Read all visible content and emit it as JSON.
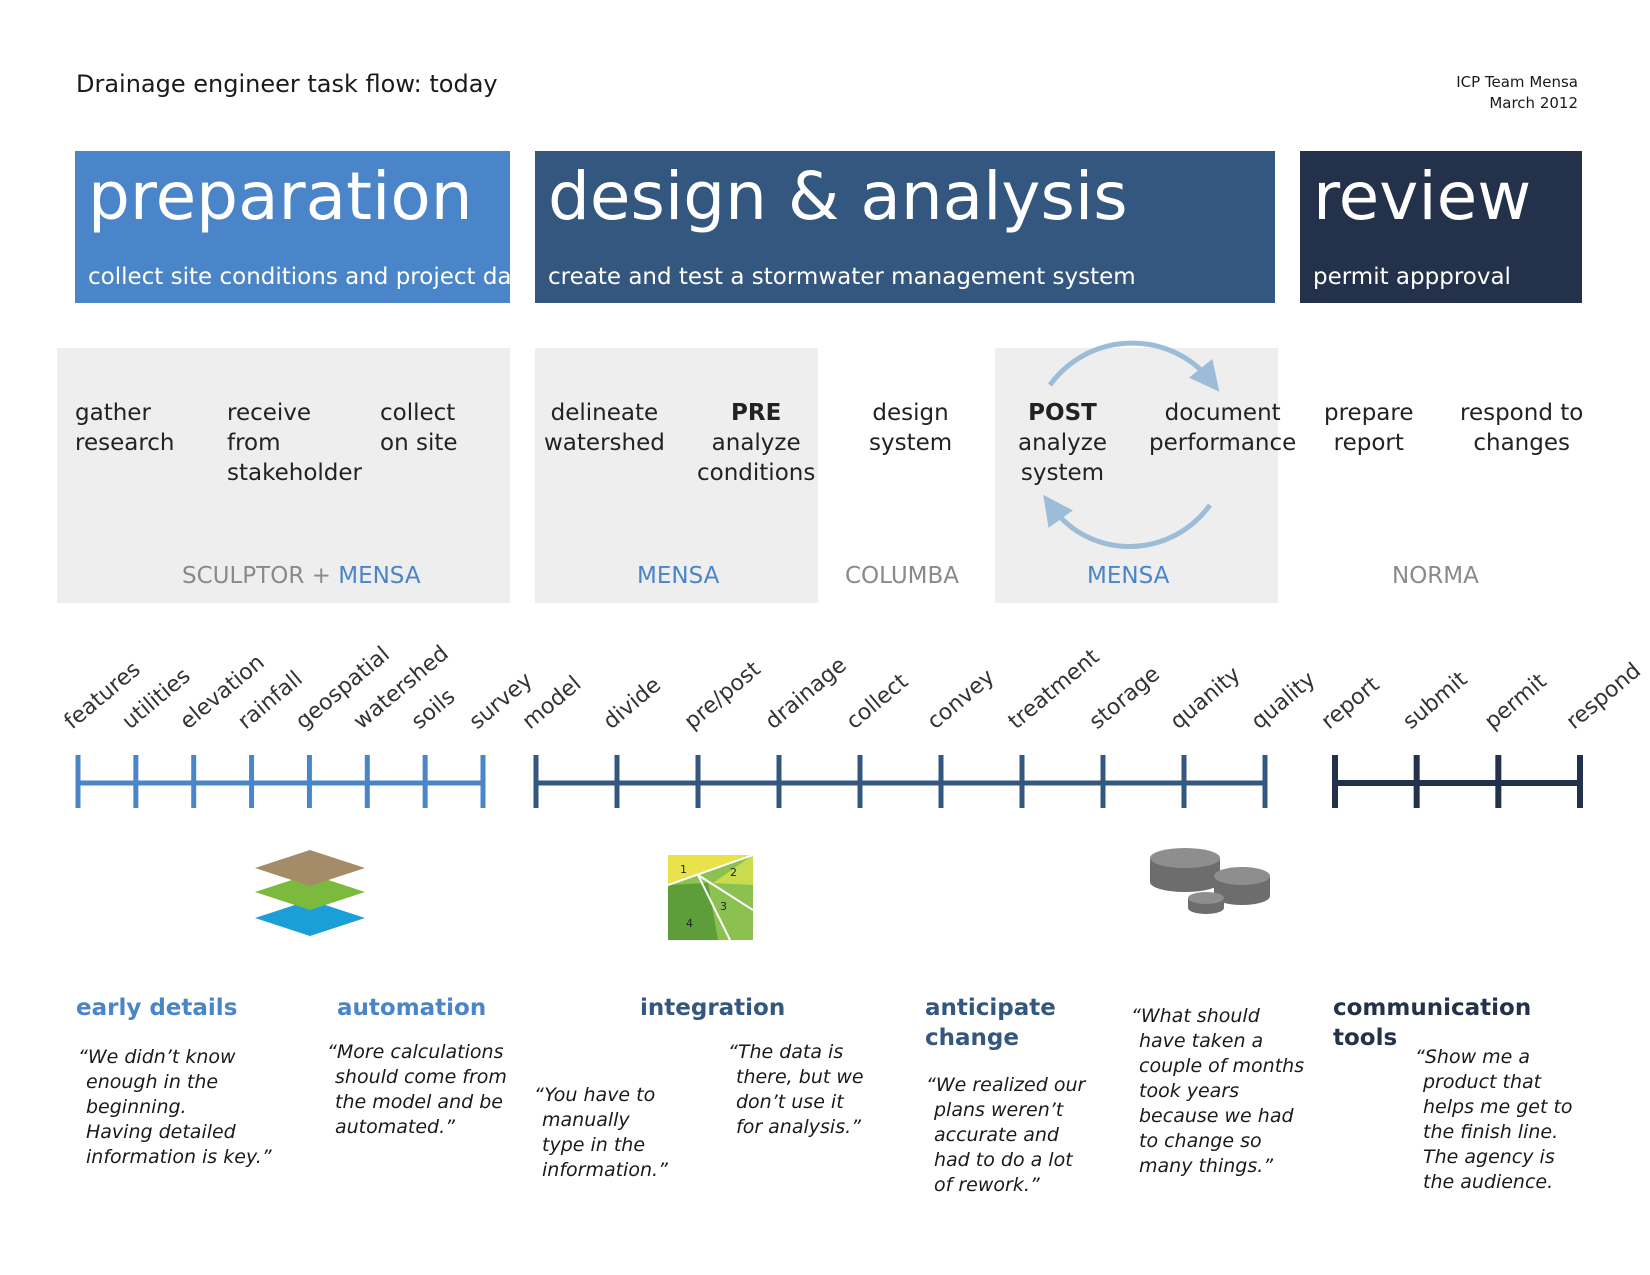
{
  "header": {
    "title": "Drainage engineer task flow: today",
    "team": "ICP Team Mensa",
    "date": "March 2012"
  },
  "colors": {
    "preparation": "#4a85c9",
    "design": "#33577f",
    "review": "#23324a",
    "gray_panel": "#eeeeee",
    "cycle_arrow": "#9cbcd8"
  },
  "phases": {
    "preparation": {
      "name": "preparation",
      "desc": "collect site conditions and project data"
    },
    "design": {
      "name": "design & analysis",
      "desc": "create and test a stormwater management system"
    },
    "review": {
      "name": "review",
      "desc": "permit appproval"
    }
  },
  "tasks": {
    "gather": [
      "gather",
      "research"
    ],
    "receive": [
      "receive",
      "from",
      "stakeholder"
    ],
    "collect": [
      "collect",
      "on site"
    ],
    "delineate": [
      "delineate",
      "watershed"
    ],
    "pre_prefix": "PRE",
    "pre": [
      "analyze",
      "conditions"
    ],
    "design": [
      "design",
      "system"
    ],
    "post_prefix": "POST",
    "post": [
      "analyze",
      "system"
    ],
    "document": [
      "document",
      "performance"
    ],
    "prepare": [
      "prepare",
      "report"
    ],
    "respond": [
      "respond to",
      "changes"
    ]
  },
  "owners": {
    "sculptor": "SCULPTOR",
    "plus": "+",
    "mensa1": "MENSA",
    "mensa2": "MENSA",
    "columba": "COLUMBA",
    "mensa3": "MENSA",
    "norma": "NORMA"
  },
  "steps": {
    "preparation": [
      "features",
      "utilities",
      "elevation",
      "rainfall",
      "geospatial",
      "watershed",
      "soils",
      "survey"
    ],
    "design": [
      "model",
      "divide",
      "pre/post",
      "drainage",
      "collect",
      "convey",
      "treatment",
      "storage",
      "quanity",
      "quality"
    ],
    "review": [
      "report",
      "submit",
      "permit",
      "respond"
    ]
  },
  "map_icon": {
    "labels": [
      "1",
      "2",
      "3",
      "4"
    ]
  },
  "insights": {
    "early": {
      "title": "early details",
      "quote": [
        "“We didn’t know",
        "enough in the",
        "beginning.",
        "Having detailed",
        "information is key.”"
      ]
    },
    "automation": {
      "title": "automation",
      "quote": [
        "“More calculations",
        "should come from",
        "the model and be",
        "automated.”"
      ]
    },
    "integration": {
      "title": "integration",
      "quote1": [
        "“You have to",
        "manually",
        "type in the",
        "information.”"
      ],
      "quote2": [
        "“The data is",
        "there, but we",
        "don’t use it",
        "for analysis.”"
      ]
    },
    "anticipate": {
      "title": [
        "anticipate",
        "change"
      ],
      "quote1": [
        "“We realized our",
        "plans weren’t",
        "accurate and",
        "had to do a lot",
        "of rework.”"
      ],
      "quote2": [
        "“What should",
        "have taken a",
        "couple of months",
        "took years",
        "because we had",
        "to change so",
        "many things.”"
      ]
    },
    "communication": {
      "title": [
        "communication",
        "tools"
      ],
      "quote": [
        "“Show me a",
        "product that",
        "helps me get to",
        "the finish line.",
        "The agency is",
        "the audience."
      ]
    }
  }
}
